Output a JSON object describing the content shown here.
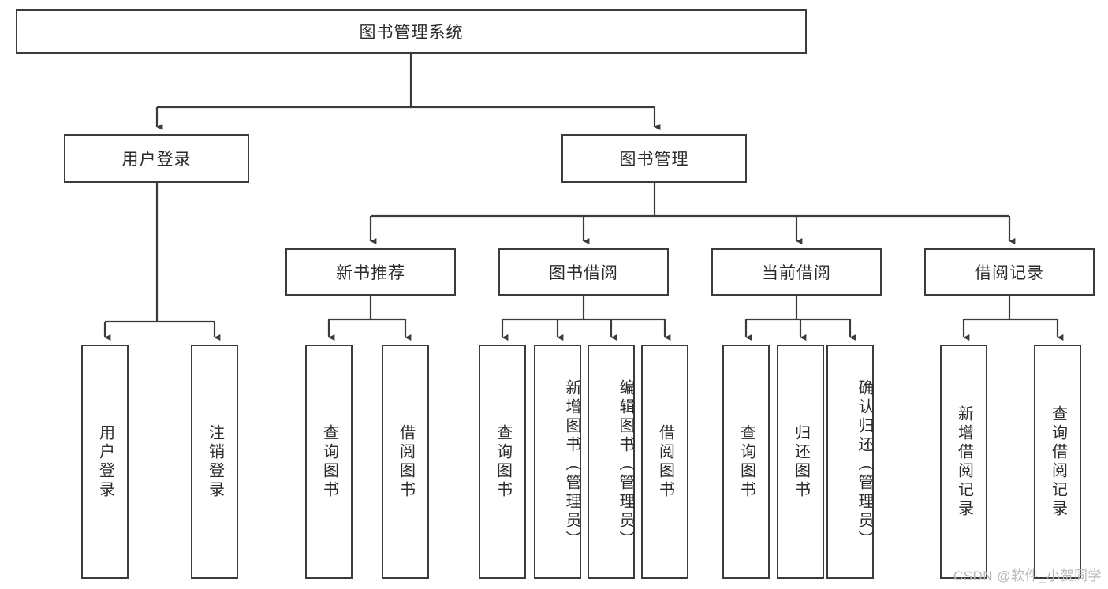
{
  "diagram": {
    "title_box": {
      "label": "图书管理系统"
    },
    "level2": [
      {
        "id": "user-login",
        "label": "用户登录"
      },
      {
        "id": "book-management",
        "label": "图书管理"
      }
    ],
    "level3": [
      {
        "id": "new-book-recommend",
        "label": "新书推荐"
      },
      {
        "id": "book-borrow",
        "label": "图书借阅"
      },
      {
        "id": "current-borrow",
        "label": "当前借阅"
      },
      {
        "id": "borrow-record",
        "label": "借阅记录"
      }
    ],
    "leaves": {
      "user_login": [
        {
          "id": "leaf-user-login",
          "label": "用户登录"
        },
        {
          "id": "leaf-logout-login",
          "label": "注销登录"
        }
      ],
      "new_book_recommend": [
        {
          "id": "leaf-query-book-1",
          "label": "查询图书"
        },
        {
          "id": "leaf-borrow-book-1",
          "label": "借阅图书"
        }
      ],
      "book_borrow": [
        {
          "id": "leaf-query-book-2",
          "label": "查询图书"
        },
        {
          "id": "leaf-add-book",
          "label": "新增图书（管理员）"
        },
        {
          "id": "leaf-edit-book",
          "label": "编辑图书（管理员）"
        },
        {
          "id": "leaf-borrow-book-2",
          "label": "借阅图书"
        }
      ],
      "current_borrow": [
        {
          "id": "leaf-query-book-3",
          "label": "查询图书"
        },
        {
          "id": "leaf-return-book",
          "label": "归还图书"
        },
        {
          "id": "leaf-confirm-return",
          "label": "确认归还（管理员）"
        }
      ],
      "borrow_record": [
        {
          "id": "leaf-add-record",
          "label": "新增借阅记录"
        },
        {
          "id": "leaf-query-record",
          "label": "查询借阅记录"
        }
      ]
    },
    "watermark": "CSDN @软件_小贺同学",
    "colors": {
      "stroke": "#3b3b3b",
      "fill": "#ffffff",
      "text": "#2b2b2b",
      "watermark": "#b9b9b9"
    }
  }
}
